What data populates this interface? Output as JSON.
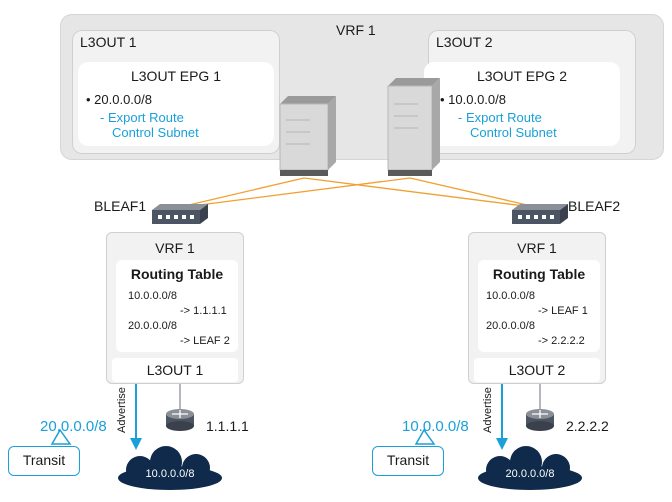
{
  "top": {
    "vrf_label": "VRF 1",
    "left": {
      "title": "L3OUT 1",
      "epg_title": "L3OUT EPG 1",
      "subnet": "• 20.0.0.0/8",
      "note_line1": "- Export Route",
      "note_line2": "Control Subnet"
    },
    "right": {
      "title": "L3OUT 2",
      "epg_title": "L3OUT EPG 2",
      "subnet": "• 10.0.0.0/8",
      "note_line1": "- Export Route",
      "note_line2": "Control Subnet"
    }
  },
  "leaf1": {
    "name": "BLEAF1",
    "vrf": "VRF 1",
    "rt_title": "Routing Table",
    "rt_lines": [
      "10.0.0.0/8",
      "-> 1.1.1.1",
      "20.0.0.0/8",
      "-> LEAF 2"
    ],
    "l3out": "L3OUT 1",
    "advertise": "Advertise",
    "adv_prefix": "20.0.0.0/8",
    "router_ip": "1.1.1.1",
    "cloud": "10.0.0.0/8",
    "callout": "Transit"
  },
  "leaf2": {
    "name": "BLEAF2",
    "vrf": "VRF 1",
    "rt_title": "Routing Table",
    "rt_lines": [
      "10.0.0.0/8",
      "-> LEAF 1",
      "20.0.0.0/8",
      "-> 2.2.2.2"
    ],
    "l3out": "L3OUT 2",
    "advertise": "Advertise",
    "adv_prefix": "10.0.0.0/8",
    "router_ip": "2.2.2.2",
    "cloud": "20.0.0.0/8",
    "callout": "Transit"
  },
  "colors": {
    "accent": "#1aa0d8",
    "link": "#f0a030",
    "cloud": "#0f2a4a",
    "panel": "#e6e6e6"
  }
}
